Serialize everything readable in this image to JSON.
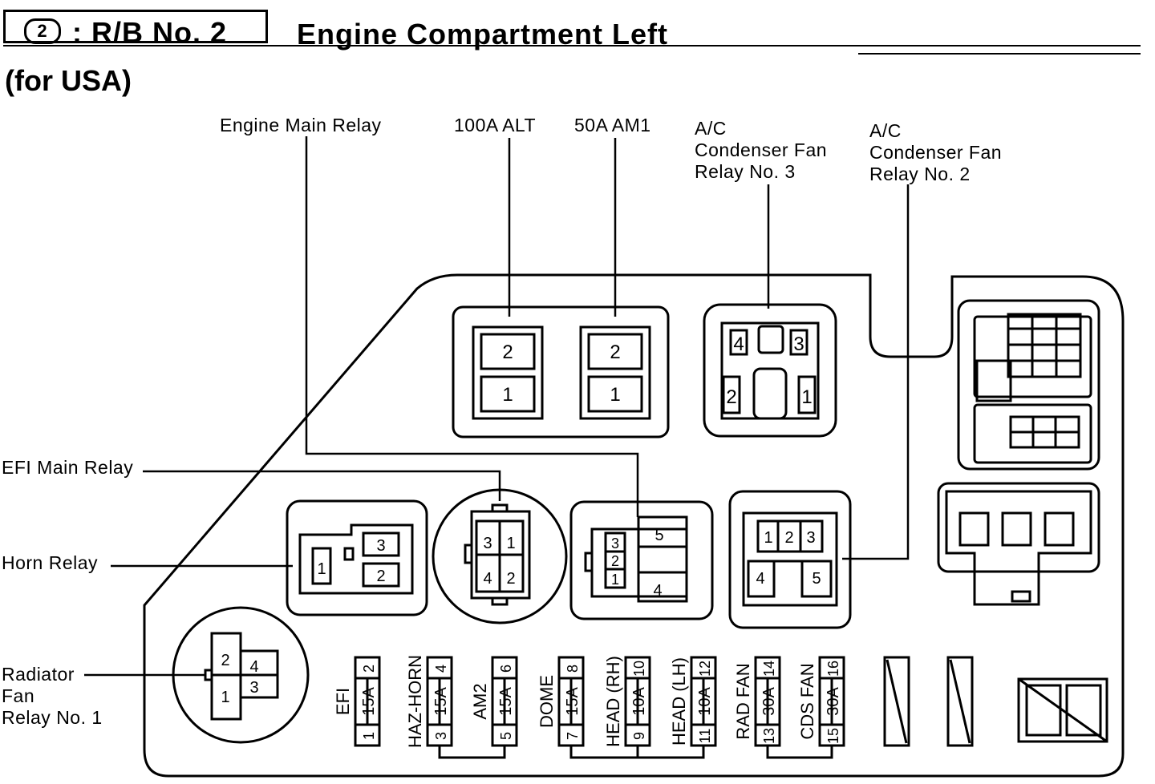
{
  "header": {
    "number": "2",
    "id_label": ": R/B No. 2",
    "title": "Engine Compartment Left"
  },
  "subtitle": "(for USA)",
  "callouts": {
    "engine_main_relay": "Engine Main Relay",
    "alt_100a": "100A ALT",
    "am1_50a": "50A AM1",
    "ac_fan_relay_3": [
      "A/C",
      "Condenser Fan",
      "Relay No. 3"
    ],
    "ac_fan_relay_2": [
      "A/C",
      "Condenser Fan",
      "Relay No. 2"
    ],
    "efi_main_relay": "EFI Main Relay",
    "horn_relay": "Horn Relay",
    "radiator_fan_relay_1": [
      "Radiator",
      "Fan",
      "Relay No. 1"
    ]
  },
  "fuse_blocks": {
    "alt": {
      "top": "2",
      "bottom": "1"
    },
    "am1": {
      "top": "2",
      "bottom": "1"
    }
  },
  "relays": {
    "ac3": {
      "p4": "4",
      "p3": "3",
      "p2": "2",
      "p1": "1"
    },
    "horn": {
      "p1": "1",
      "p3": "3",
      "p2": "2"
    },
    "efi": {
      "p3": "3",
      "p1": "1",
      "p4": "4",
      "p2": "2"
    },
    "engine_main": {
      "p3": "3",
      "p2": "2",
      "p1": "1",
      "p5": "5",
      "p4": "4"
    },
    "ac2": {
      "p1": "1",
      "p2": "2",
      "p3": "3",
      "p4": "4",
      "p5": "5"
    },
    "rad_fan": {
      "p2": "2",
      "p4": "4",
      "p1": "1",
      "p3": "3"
    }
  },
  "fuses": [
    {
      "name": "EFI",
      "amps": "15A",
      "top": "2",
      "bottom": "1"
    },
    {
      "name": "HAZ-HORN",
      "amps": "15A",
      "top": "4",
      "bottom": "3"
    },
    {
      "name": "AM2",
      "amps": "15A",
      "top": "6",
      "bottom": "5"
    },
    {
      "name": "DOME",
      "amps": "15A",
      "top": "8",
      "bottom": "7"
    },
    {
      "name": "HEAD (RH)",
      "amps": "10A",
      "top": "10",
      "bottom": "9"
    },
    {
      "name": "HEAD (LH)",
      "amps": "10A",
      "top": "12",
      "bottom": "11"
    },
    {
      "name": "RAD FAN",
      "amps": "30A",
      "top": "14",
      "bottom": "13"
    },
    {
      "name": "CDS FAN",
      "amps": "30A",
      "top": "16",
      "bottom": "15"
    }
  ]
}
